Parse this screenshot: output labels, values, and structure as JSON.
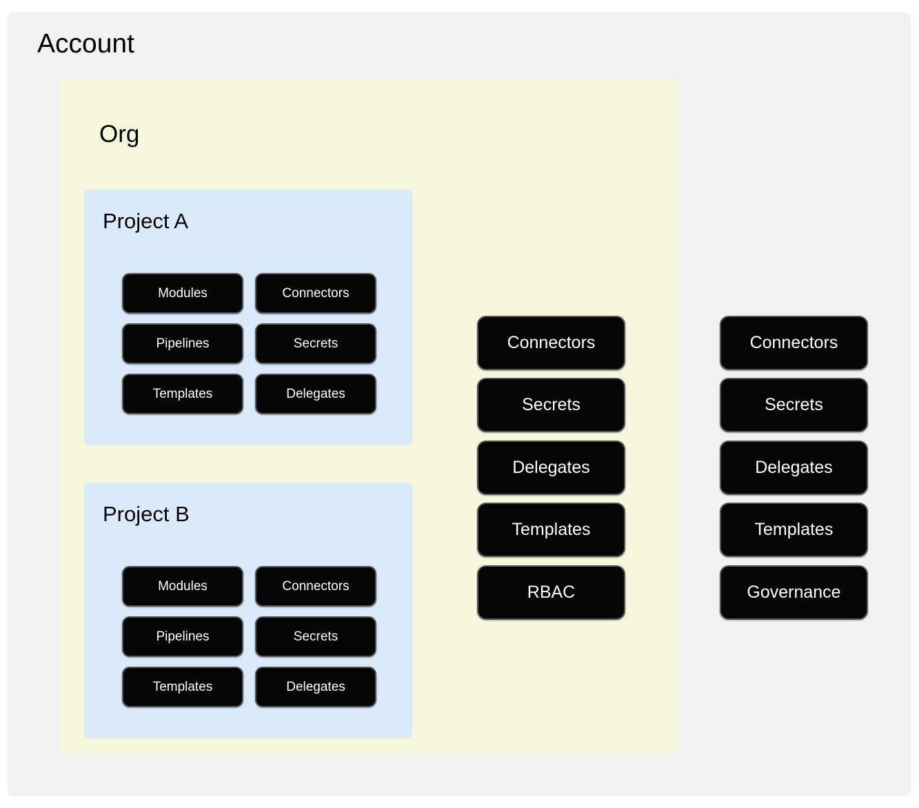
{
  "diagram": {
    "type": "nested-hierarchy",
    "scopes": {
      "account": {
        "title": "Account",
        "bg_color": "#f2f2f2"
      },
      "org": {
        "title": "Org",
        "bg_color": "#f5f8dd"
      },
      "projects": [
        {
          "title": "Project A",
          "bg_color": "#dbeafb"
        },
        {
          "title": "Project B",
          "bg_color": "#dbeafb"
        }
      ]
    },
    "node_style": {
      "fill": "#050505",
      "text_color": "#ffffff",
      "border_color": "#555555"
    },
    "project_a_nodes": [
      {
        "label": "Modules",
        "col": 0,
        "row": 0
      },
      {
        "label": "Connectors",
        "col": 1,
        "row": 0
      },
      {
        "label": "Pipelines",
        "col": 0,
        "row": 1
      },
      {
        "label": "Secrets",
        "col": 1,
        "row": 1
      },
      {
        "label": "Templates",
        "col": 0,
        "row": 2
      },
      {
        "label": "Delegates",
        "col": 1,
        "row": 2
      }
    ],
    "project_b_nodes": [
      {
        "label": "Modules",
        "col": 0,
        "row": 0
      },
      {
        "label": "Connectors",
        "col": 1,
        "row": 0
      },
      {
        "label": "Pipelines",
        "col": 0,
        "row": 1
      },
      {
        "label": "Secrets",
        "col": 1,
        "row": 1
      },
      {
        "label": "Templates",
        "col": 0,
        "row": 2
      },
      {
        "label": "Delegates",
        "col": 1,
        "row": 2
      }
    ],
    "org_nodes": [
      {
        "label": "Connectors"
      },
      {
        "label": "Secrets"
      },
      {
        "label": "Delegates"
      },
      {
        "label": "Templates"
      },
      {
        "label": "RBAC"
      }
    ],
    "account_nodes": [
      {
        "label": "Connectors"
      },
      {
        "label": "Secrets"
      },
      {
        "label": "Delegates"
      },
      {
        "label": "Templates"
      },
      {
        "label": "Governance"
      }
    ]
  }
}
